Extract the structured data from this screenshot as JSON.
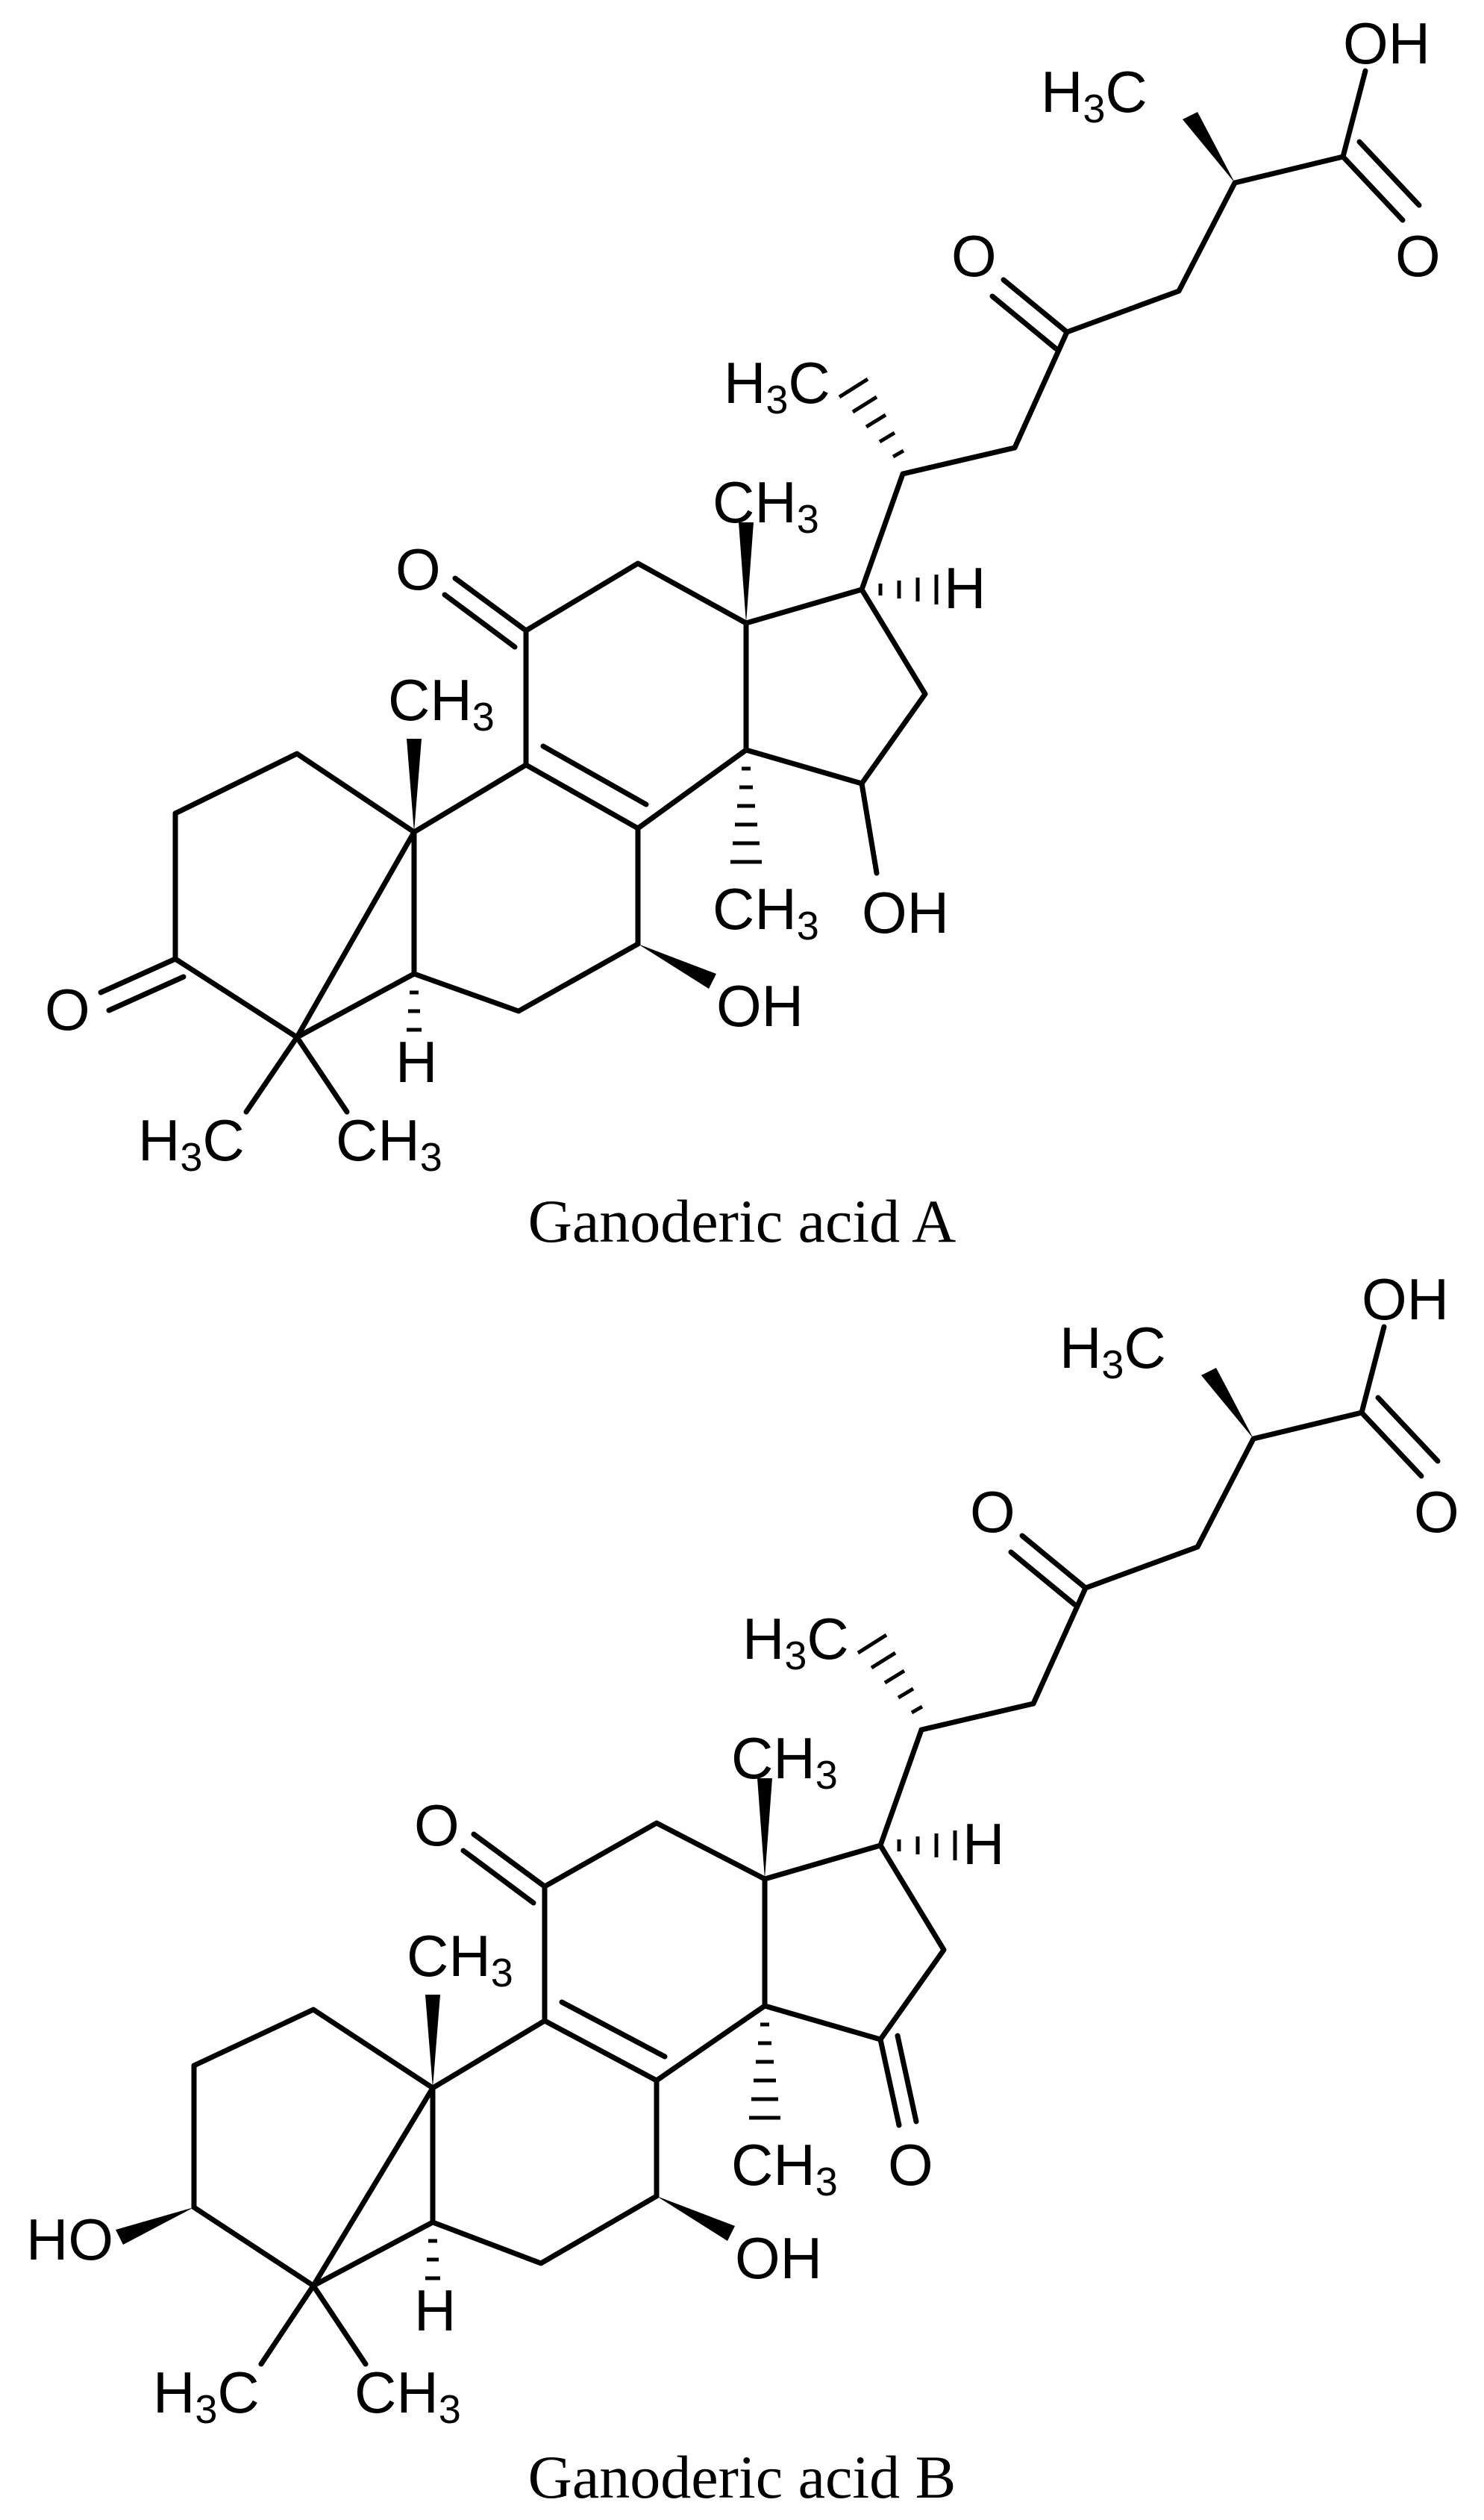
{
  "figures": [
    {
      "caption": "Ganoderic acid A",
      "atoms": {
        "acid_oh": "OH",
        "acid_o": "O",
        "me_acid": "H3C",
        "ketone_o": "O",
        "me_chain": "H3C",
        "me13": "CH3",
        "h17": "H",
        "o11": "O",
        "me10": "CH3",
        "me14": "CH3",
        "oh15": "OH",
        "o3": "O",
        "oh7": "OH",
        "h5": "H",
        "me4a": "H3C",
        "me4b": "CH3"
      }
    },
    {
      "caption": "Ganoderic acid B",
      "atoms": {
        "acid_oh": "OH",
        "acid_o": "O",
        "me_acid": "H3C",
        "ketone_o": "O",
        "me_chain": "H3C",
        "me13": "CH3",
        "h17": "H",
        "o11": "O",
        "me10": "CH3",
        "me14": "CH3",
        "o15": "O",
        "ho3": "HO",
        "oh7": "OH",
        "h5": "H",
        "me4a": "H3C",
        "me4b": "CH3"
      }
    }
  ]
}
